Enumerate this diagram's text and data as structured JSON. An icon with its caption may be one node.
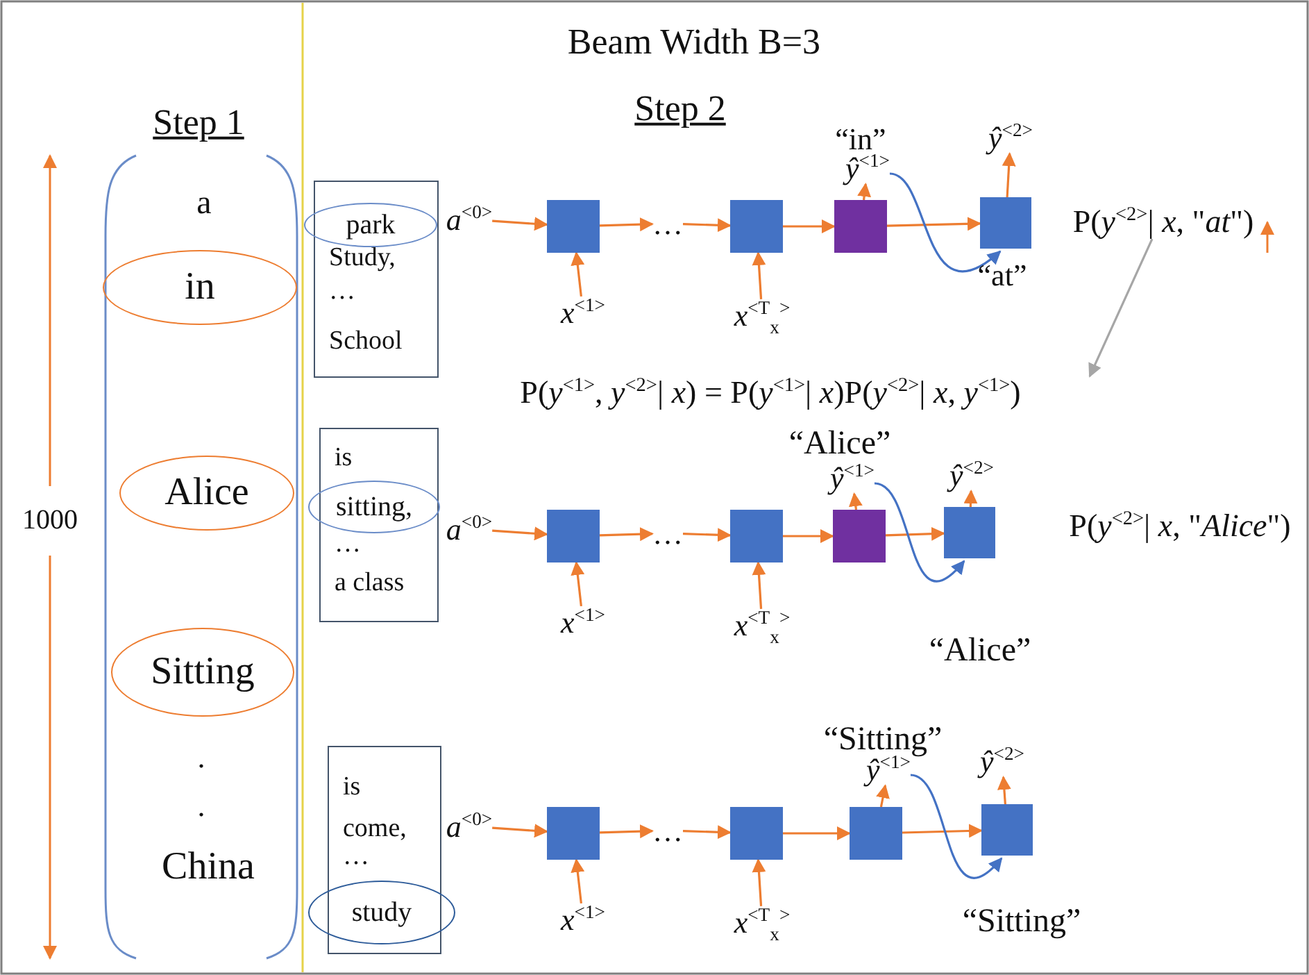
{
  "diagram": {
    "title": "Beam Width B=3",
    "nodes": [
      {
        "text": [
          "in"
        ]
      },
      {
        "text": [
          "Alice"
        ]
      },
      {
        "text": [
          "Sitting"
        ]
      },
      {
        "text": [
          "Study,",
          "…",
          "School"
        ]
      },
      {
        "text": [
          "park"
        ]
      },
      {
        "text": [
          "*a*$^{<0>}$"
        ]
      },
      {
        "text": [],
        "shape": "box"
      },
      {
        "text": [
          "…"
        ]
      },
      {
        "text": [],
        "shape": "box"
      },
      {
        "text": [],
        "shape": "box"
      },
      {
        "text": [],
        "shape": "box"
      },
      {
        "text": [
          "*x*$^{<1>}$"
        ]
      },
      {
        "text": [
          "*x*$^{<T}$$_{x}$$^{>}$"
        ]
      },
      {
        "text": [
          "*ŷ*$^{<1>}$"
        ]
      },
      {
        "text": [
          "*ŷ*$^{<2>}$"
        ]
      },
      {
        "text": [
          "P(*y*$^{<2>}$| *x*, \"*at*\")"
        ]
      },
      {
        "text": [
          "P(*y*$^{<1>}$, *y*$^{<2>}$| *x*) = P(*y*$^{<1>}$| *x*)P(*y*$^{<2>}$| *x*, *y*$^{<1>}$)"
        ]
      },
      {
        "text": [
          "is",
          "…",
          "a class"
        ]
      },
      {
        "text": [
          "sitting,"
        ]
      },
      {
        "text": [
          "*a*$^{<0>}$"
        ]
      },
      {
        "text": [],
        "shape": "box"
      },
      {
        "text": [
          "…"
        ]
      },
      {
        "text": [],
        "shape": "box"
      },
      {
        "text": [],
        "shape": "box"
      },
      {
        "text": [],
        "shape": "box"
      },
      {
        "text": [
          "*x*$^{<1>}$"
        ]
      },
      {
        "text": [
          "*x*$^{<T}$$_{x}$$^{>}$"
        ]
      },
      {
        "text": [
          "*ŷ*$^{<1>}$"
        ]
      },
      {
        "text": [
          "*ŷ*$^{<2>}$"
        ]
      },
      {
        "text": [
          "is",
          "come,",
          "…"
        ]
      },
      {
        "text": [
          "study"
        ]
      },
      {
        "text": [
          "*a*$^{<0>}$"
        ]
      },
      {
        "text": [],
        "shape": "box"
      },
      {
        "text": [
          "…"
        ]
      },
      {
        "text": [],
        "shape": "box"
      },
      {
        "text": [],
        "shape": "box"
      },
      {
        "text": [],
        "shape": "box"
      },
      {
        "text": [
          "*x*$^{<1>}$"
        ]
      },
      {
        "text": [
          "*x*$^{<T}$$_{x}$$^{>}$"
        ]
      },
      {
        "text": [
          "*ŷ*$^{<1>}$"
        ]
      },
      {
        "text": [
          "*ŷ*$^{<2>}$"
        ]
      }
    ],
    "edges": [
      {
        "from": 5,
        "to": 6,
        "arrow": "to"
      },
      {
        "from": 6,
        "to": 7,
        "arrow": "to"
      },
      {
        "from": 7,
        "to": 8,
        "arrow": "to"
      },
      {
        "from": 8,
        "to": 9,
        "arrow": "to"
      },
      {
        "from": 9,
        "to": 10,
        "arrow": "to"
      },
      {
        "from": 11,
        "to": 6,
        "arrow": "to"
      },
      {
        "from": 12,
        "to": 8,
        "arrow": "to"
      },
      {
        "from": 9,
        "to": 13,
        "arrow": "to"
      },
      {
        "from": 10,
        "to": 14,
        "arrow": "to"
      },
      {
        "from": 13,
        "to": 10,
        "arrow": "to",
        "color": "#4472c4"
      },
      {
        "from": 15,
        "to": 16,
        "arrow": "to",
        "color": "#a6a6a6"
      },
      {
        "from": 19,
        "to": 20,
        "arrow": "to"
      },
      {
        "from": 20,
        "to": 21,
        "arrow": "to"
      },
      {
        "from": 21,
        "to": 22,
        "arrow": "to"
      },
      {
        "from": 22,
        "to": 23,
        "arrow": "to"
      },
      {
        "from": 23,
        "to": 24,
        "arrow": "to"
      },
      {
        "from": 25,
        "to": 20,
        "arrow": "to"
      },
      {
        "from": 26,
        "to": 22,
        "arrow": "to"
      },
      {
        "from": 23,
        "to": 27,
        "arrow": "to"
      },
      {
        "from": 24,
        "to": 28,
        "arrow": "to"
      },
      {
        "from": 27,
        "to": 24,
        "arrow": "to",
        "color": "#4472c4"
      },
      {
        "from": 31,
        "to": 32,
        "arrow": "to"
      },
      {
        "from": 32,
        "to": 33,
        "arrow": "to"
      },
      {
        "from": 33,
        "to": 34,
        "arrow": "to"
      },
      {
        "from": 34,
        "to": 35,
        "arrow": "to"
      },
      {
        "from": 35,
        "to": 36,
        "arrow": "to"
      },
      {
        "from": 37,
        "to": 32,
        "arrow": "to"
      },
      {
        "from": 38,
        "to": 34,
        "arrow": "to"
      },
      {
        "from": 35,
        "to": 39,
        "arrow": "to"
      },
      {
        "from": 36,
        "to": 40,
        "arrow": "to"
      },
      {
        "from": 39,
        "to": 36,
        "arrow": "to",
        "color": "#4472c4"
      }
    ],
    "labels": [
      "Step 1",
      "Step 2",
      "“in”",
      "a",
      "“at”",
      "1000",
      "“Alice”",
      "P(*y*$^{<2>}$| *x*, \"*Alice*\")",
      "“Alice”",
      "“Sitting”",
      ".",
      ".",
      "China",
      "“Sitting”"
    ]
  }
}
